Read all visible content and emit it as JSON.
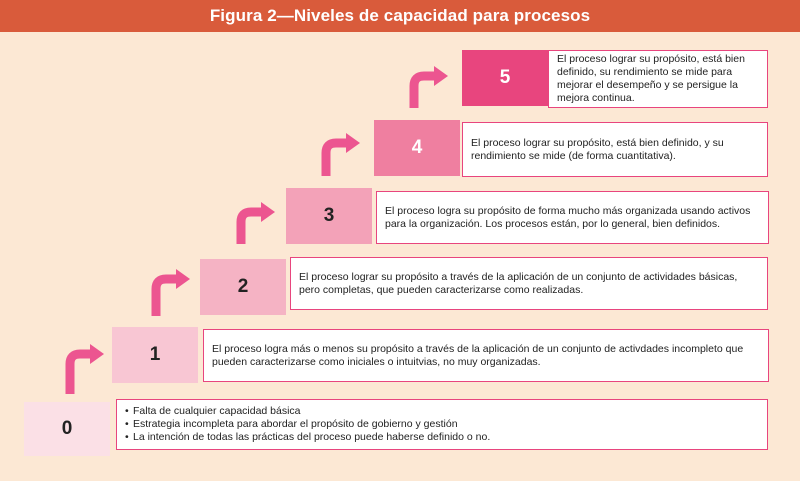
{
  "figure": {
    "title": "Figura 2—Niveles de capacidad para procesos"
  },
  "levels": [
    {
      "number": "0",
      "bullets": [
        "Falta de cualquier capacidad básica",
        "Estrategia incompleta para abordar el propósito de gobierno y gestión",
        "La intención de todas las prácticas del proceso puede haberse definido o no."
      ]
    },
    {
      "number": "1",
      "description": "El proceso logra más o menos su propósito a través de la aplicación de un conjunto de activdades incompleto que pueden caracterizarse como iniciales o intuitvias, no muy organizadas."
    },
    {
      "number": "2",
      "description": "El proceso lograr su propósito a través de la aplicación de un conjunto de actividades básicas, pero completas, que pueden caracterizarse como realizadas."
    },
    {
      "number": "3",
      "description": "El proceso logra su propósito de forma mucho más organizada usando activos para la organización. Los procesos están, por lo general, bien definidos."
    },
    {
      "number": "4",
      "description": "El proceso lograr su propósito, está bien definido, y su rendimiento se mide (de forma cuantitativa)."
    },
    {
      "number": "5",
      "description": "El proceso lograr su propósito, está bien definido, su rendimiento se mide para mejorar el desempeño y se persigue la mejora continua."
    }
  ],
  "colors": {
    "title_bar": "#d95b3b",
    "background": "#fce8d4",
    "border": "#e8457e",
    "arrow": "#ec5590",
    "level_0": "#fbe0e6",
    "level_1": "#f8c6d3",
    "level_2": "#f5b3c4",
    "level_3": "#f3a2b8",
    "level_4": "#ef7fa0",
    "level_5": "#e8457e"
  }
}
